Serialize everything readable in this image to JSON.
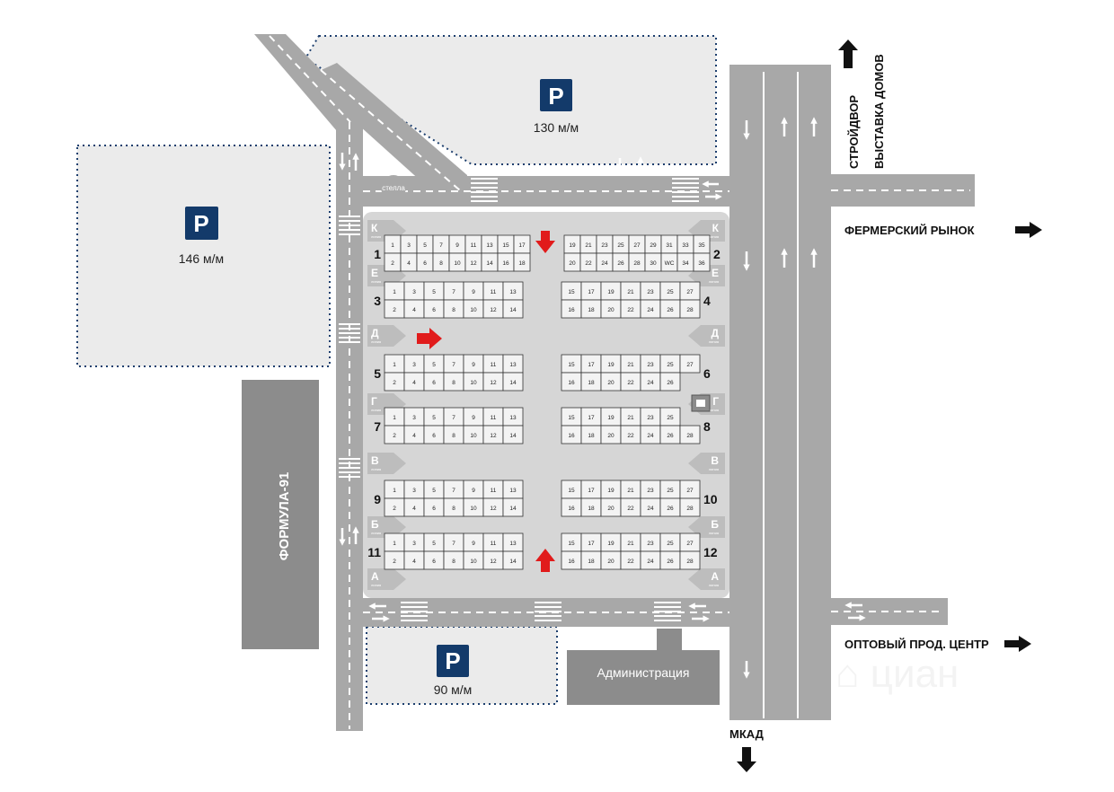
{
  "colors": {
    "road": "#a8a8a8",
    "lot": "#ebebeb",
    "market": "#d6d6d6",
    "stall_fill": "#f3f3f3",
    "stall_border": "#333333",
    "building": "#8c8c8c",
    "parking_sign": "#133a6a",
    "red_arrow": "#e11b1b",
    "dotted_border": "#1d3f6e"
  },
  "parking": {
    "top": {
      "sign": "P",
      "capacity": "130 м/м"
    },
    "left": {
      "sign": "P",
      "capacity": "146 м/м"
    },
    "bottom": {
      "sign": "P",
      "capacity": "90 м/м"
    }
  },
  "buildings": {
    "formula": "ФОРМУЛА-91",
    "admin": "Администрация",
    "stella": "стелла"
  },
  "directions": {
    "north_line1": "СТРОЙДВОР",
    "north_line2": "ВЫСТАВКА ДОМОВ",
    "farmer": "ФЕРМЕРСКИЙ РЫНОК",
    "wholesale": "ОПТОВЫЙ ПРОД. ЦЕНТР",
    "mkad": "МКАД"
  },
  "lines": [
    {
      "letter": "К",
      "sub": "линия"
    },
    {
      "letter": "Е",
      "sub": "линия"
    },
    {
      "letter": "Д",
      "sub": "линия"
    },
    {
      "letter": "Г",
      "sub": "линия"
    },
    {
      "letter": "В",
      "sub": "линия"
    },
    {
      "letter": "Б",
      "sub": "линия"
    },
    {
      "letter": "А",
      "sub": "линия"
    }
  ],
  "blocks": [
    {
      "number": "1",
      "top": [
        "1",
        "3",
        "5",
        "7",
        "9",
        "11",
        "13",
        "15",
        "17"
      ],
      "bottom": [
        "2",
        "4",
        "6",
        "8",
        "10",
        "12",
        "14",
        "16",
        "18"
      ]
    },
    {
      "number": "2",
      "top": [
        "19",
        "21",
        "23",
        "25",
        "27",
        "29",
        "31",
        "33",
        "35"
      ],
      "bottom": [
        "20",
        "22",
        "24",
        "26",
        "28",
        "30",
        "WC",
        "34",
        "36"
      ]
    },
    {
      "number": "3",
      "top": [
        "1",
        "3",
        "5",
        "7",
        "9",
        "11",
        "13"
      ],
      "bottom": [
        "2",
        "4",
        "6",
        "8",
        "10",
        "12",
        "14"
      ]
    },
    {
      "number": "4",
      "top": [
        "15",
        "17",
        "19",
        "21",
        "23",
        "25",
        "27"
      ],
      "bottom": [
        "16",
        "18",
        "20",
        "22",
        "24",
        "26",
        "28"
      ]
    },
    {
      "number": "5",
      "top": [
        "1",
        "3",
        "5",
        "7",
        "9",
        "11",
        "13"
      ],
      "bottom": [
        "2",
        "4",
        "6",
        "8",
        "10",
        "12",
        "14"
      ]
    },
    {
      "number": "6",
      "top": [
        "15",
        "17",
        "19",
        "21",
        "23",
        "25",
        "27"
      ],
      "bottom": [
        "16",
        "18",
        "20",
        "22",
        "24",
        "26"
      ]
    },
    {
      "number": "7",
      "top": [
        "1",
        "3",
        "5",
        "7",
        "9",
        "11",
        "13"
      ],
      "bottom": [
        "2",
        "4",
        "6",
        "8",
        "10",
        "12",
        "14"
      ]
    },
    {
      "number": "8",
      "top": [
        "15",
        "17",
        "19",
        "21",
        "23",
        "25"
      ],
      "bottom": [
        "16",
        "18",
        "20",
        "22",
        "24",
        "26",
        "28"
      ]
    },
    {
      "number": "9",
      "top": [
        "1",
        "3",
        "5",
        "7",
        "9",
        "11",
        "13"
      ],
      "bottom": [
        "2",
        "4",
        "6",
        "8",
        "10",
        "12",
        "14"
      ]
    },
    {
      "number": "10",
      "top": [
        "15",
        "17",
        "19",
        "21",
        "23",
        "25",
        "27"
      ],
      "bottom": [
        "16",
        "18",
        "20",
        "22",
        "24",
        "26",
        "28"
      ]
    },
    {
      "number": "11",
      "top": [
        "1",
        "3",
        "5",
        "7",
        "9",
        "11",
        "13"
      ],
      "bottom": [
        "2",
        "4",
        "6",
        "8",
        "10",
        "12",
        "14"
      ]
    },
    {
      "number": "12",
      "top": [
        "15",
        "17",
        "19",
        "21",
        "23",
        "25",
        "27"
      ],
      "bottom": [
        "16",
        "18",
        "20",
        "22",
        "24",
        "26",
        "28"
      ]
    }
  ]
}
